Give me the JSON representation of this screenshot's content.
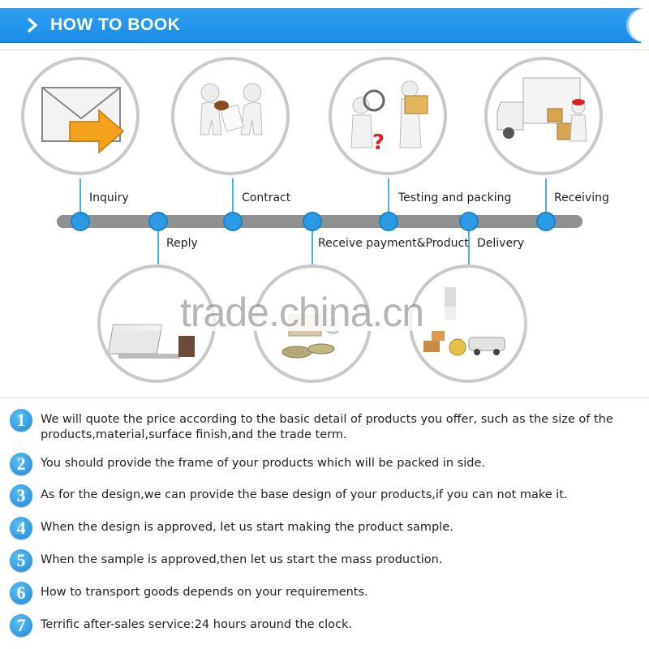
{
  "header": {
    "title": "HOW TO BOOK"
  },
  "watermark": "trade.china.cn",
  "timeline": {
    "top_labels": [
      "Inquiry",
      "Contract",
      "Testing and packing",
      "Receiving"
    ],
    "bottom_labels": [
      "Reply",
      "Receive payment&Product",
      "Delivery"
    ]
  },
  "illustrations": {
    "top": [
      "envelope-arrow-icon",
      "handshake-figures-icon",
      "inspection-magnifier-icon",
      "delivery-truck-icon"
    ],
    "bottom": [
      "laptop-icon",
      "money-coins-icon",
      "cargo-vehicles-icon"
    ]
  },
  "steps": [
    {
      "n": "1",
      "text": "We will quote the price according to the basic detail of products you offer, such as the size of the products,material,surface finish,and the trade term."
    },
    {
      "n": "2",
      "text": "You should provide the frame of your products which will be packed in side."
    },
    {
      "n": "3",
      "text": "As for the design,we can provide the base design of your products,if you can not make it."
    },
    {
      "n": "4",
      "text": "When the design is approved, let us start making the product sample."
    },
    {
      "n": "5",
      "text": "When the sample is approved,then let us start the mass production."
    },
    {
      "n": "6",
      "text": "How to transport goods depends on your requirements."
    },
    {
      "n": "7",
      "text": "Terrific after-sales service:24 hours around the clock."
    }
  ],
  "colors": {
    "accent": "#1b8ce6",
    "track": "#8f9091",
    "ring": "#c9c9c9"
  }
}
